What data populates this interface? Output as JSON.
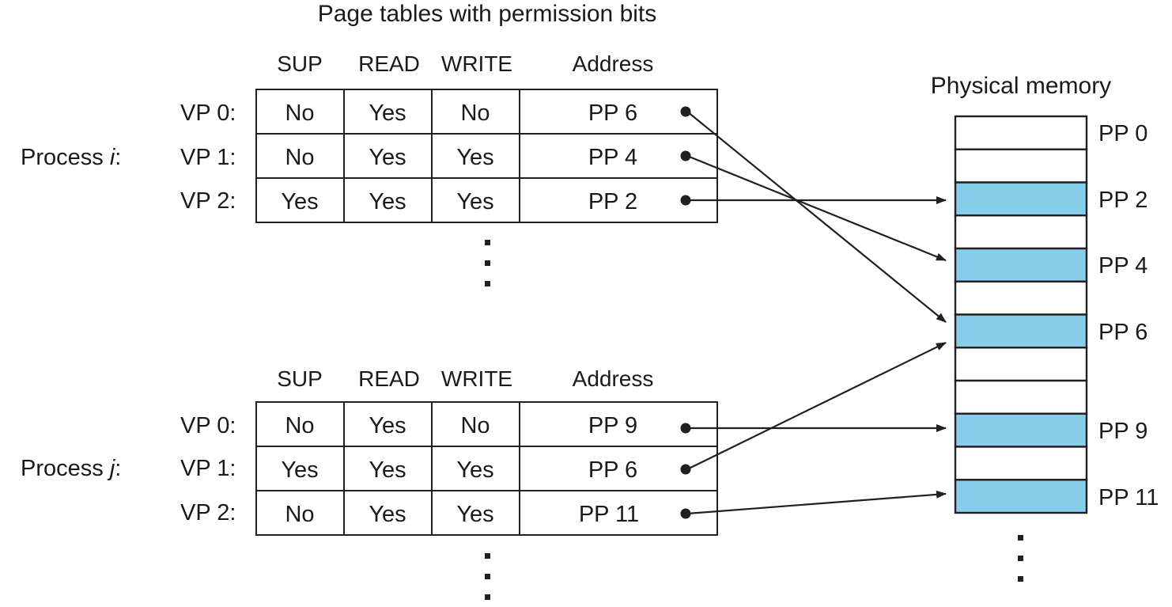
{
  "figure": {
    "title": "Page tables with permission bits",
    "memory_title": "Physical memory"
  },
  "columns": [
    "SUP",
    "READ",
    "WRITE",
    "Address"
  ],
  "processes": [
    {
      "label_prefix": "Process ",
      "label_var": "i",
      "label_suffix": ":",
      "headers": [
        "SUP",
        "READ",
        "WRITE",
        "Address"
      ],
      "rows": [
        {
          "name": "VP 0:",
          "sup": "No",
          "read": "Yes",
          "write": "No",
          "address": "PP 6"
        },
        {
          "name": "VP 1:",
          "sup": "No",
          "read": "Yes",
          "write": "Yes",
          "address": "PP 4"
        },
        {
          "name": "VP 2:",
          "sup": "Yes",
          "read": "Yes",
          "write": "Yes",
          "address": "PP 2"
        }
      ]
    },
    {
      "label_prefix": "Process ",
      "label_var": "j",
      "label_suffix": ":",
      "headers": [
        "SUP",
        "READ",
        "WRITE",
        "Address"
      ],
      "rows": [
        {
          "name": "VP 0:",
          "sup": "No",
          "read": "Yes",
          "write": "No",
          "address": "PP 9"
        },
        {
          "name": "VP 1:",
          "sup": "Yes",
          "read": "Yes",
          "write": "Yes",
          "address": "PP 6"
        },
        {
          "name": "VP 2:",
          "sup": "No",
          "read": "Yes",
          "write": "Yes",
          "address": "PP 11"
        }
      ]
    }
  ],
  "physical_memory": {
    "title": "Physical memory",
    "frames": [
      {
        "index": 0,
        "label": "PP 0",
        "occupied": false
      },
      {
        "index": 1,
        "label": "",
        "occupied": false
      },
      {
        "index": 2,
        "label": "PP 2",
        "occupied": true
      },
      {
        "index": 3,
        "label": "",
        "occupied": false
      },
      {
        "index": 4,
        "label": "PP 4",
        "occupied": true
      },
      {
        "index": 5,
        "label": "",
        "occupied": false
      },
      {
        "index": 6,
        "label": "PP 6",
        "occupied": true
      },
      {
        "index": 7,
        "label": "",
        "occupied": false
      },
      {
        "index": 8,
        "label": "",
        "occupied": false
      },
      {
        "index": 9,
        "label": "PP 9",
        "occupied": true
      },
      {
        "index": 10,
        "label": "",
        "occupied": false
      },
      {
        "index": 11,
        "label": "PP 11",
        "occupied": true
      }
    ]
  },
  "mappings": [
    {
      "from": "process-i VP 0",
      "to": "PP 6"
    },
    {
      "from": "process-i VP 1",
      "to": "PP 4"
    },
    {
      "from": "process-i VP 2",
      "to": "PP 2"
    },
    {
      "from": "process-j VP 0",
      "to": "PP 9"
    },
    {
      "from": "process-j VP 1",
      "to": "PP 6"
    },
    {
      "from": "process-j VP 2",
      "to": "PP 11"
    }
  ],
  "colors": {
    "occupied_frame": "#87CEEB",
    "line": "#231f20",
    "text": "#1a1a1a",
    "background": "#ffffff"
  },
  "ellipsis": [
    {
      "name": "process-i-ellipsis"
    },
    {
      "name": "process-j-ellipsis"
    },
    {
      "name": "physical-memory-ellipsis"
    }
  ]
}
